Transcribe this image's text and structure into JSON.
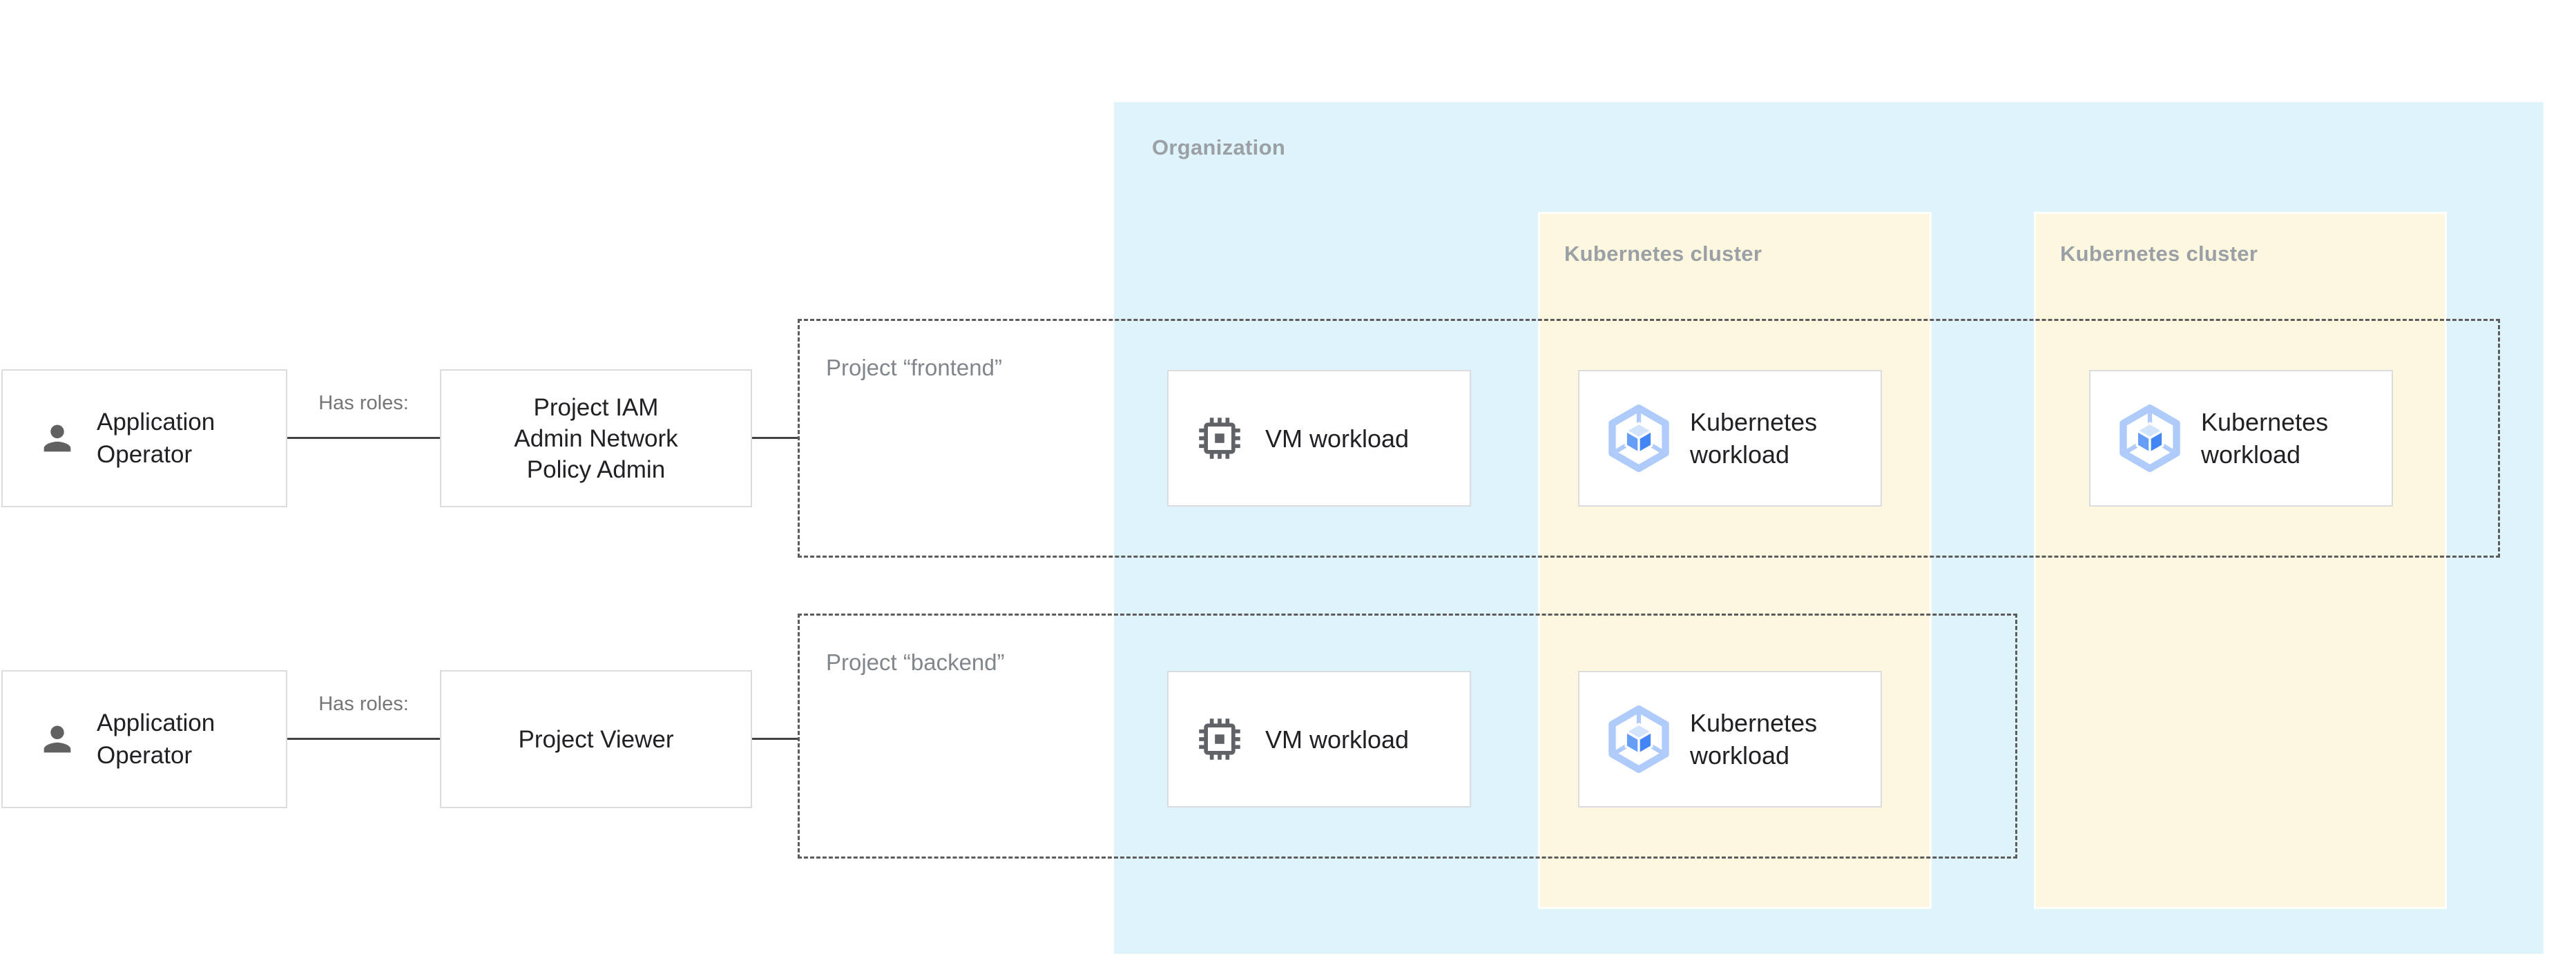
{
  "organization": {
    "label": "Organization"
  },
  "clusters": [
    {
      "label": "Kubernetes cluster"
    },
    {
      "label": "Kubernetes cluster"
    }
  ],
  "projects": [
    {
      "label": "Project “frontend”"
    },
    {
      "label": "Project “backend”"
    }
  ],
  "rows": [
    {
      "actor": "Application\nOperator",
      "relation": "Has roles:",
      "role": "Project IAM\nAdmin Network\nPolicy Admin"
    },
    {
      "actor": "Application\nOperator",
      "relation": "Has roles:",
      "role": "Project Viewer"
    }
  ],
  "workloads": [
    {
      "label": "VM workload",
      "icon": "vm-chip-icon"
    },
    {
      "label": "Kubernetes\nworkload",
      "icon": "gke-hexagon-icon"
    },
    {
      "label": "Kubernetes\nworkload",
      "icon": "gke-hexagon-icon"
    },
    {
      "label": "VM workload",
      "icon": "vm-chip-icon"
    },
    {
      "label": "Kubernetes\nworkload",
      "icon": "gke-hexagon-icon"
    }
  ],
  "colors": {
    "organization_bg": "#def3fa",
    "cluster_bg": "#fef7e0",
    "zone_label": "#9aa0a6",
    "muted_label": "#757575",
    "node_border": "#dadce0",
    "node_text": "#202124",
    "connector": "#424242",
    "dashed_border": "#5c5c5c",
    "icon_gray": "#5f6368",
    "gke_hex": "#aecbfa",
    "gke_face_left": "#669df6",
    "gke_face_right": "#4285f4",
    "gke_face_top": "#d2e3fc"
  }
}
